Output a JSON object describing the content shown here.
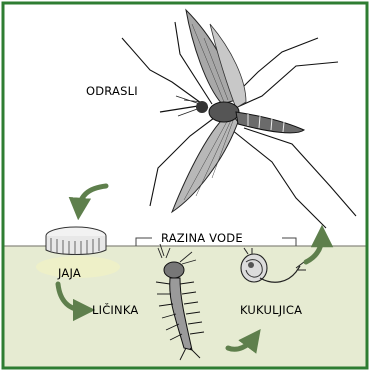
{
  "diagram": {
    "labels": {
      "adult": "ODRASLI",
      "water_level": "RAZINA VODE",
      "eggs": "JAJA",
      "larva": "LIČINKA",
      "pupa": "KUKULJICA"
    },
    "colors": {
      "border": "#2e7d32",
      "water": "#e6ebd2",
      "arrow": "#5e7f4c",
      "egg_ripple": "#eef0c8"
    }
  }
}
